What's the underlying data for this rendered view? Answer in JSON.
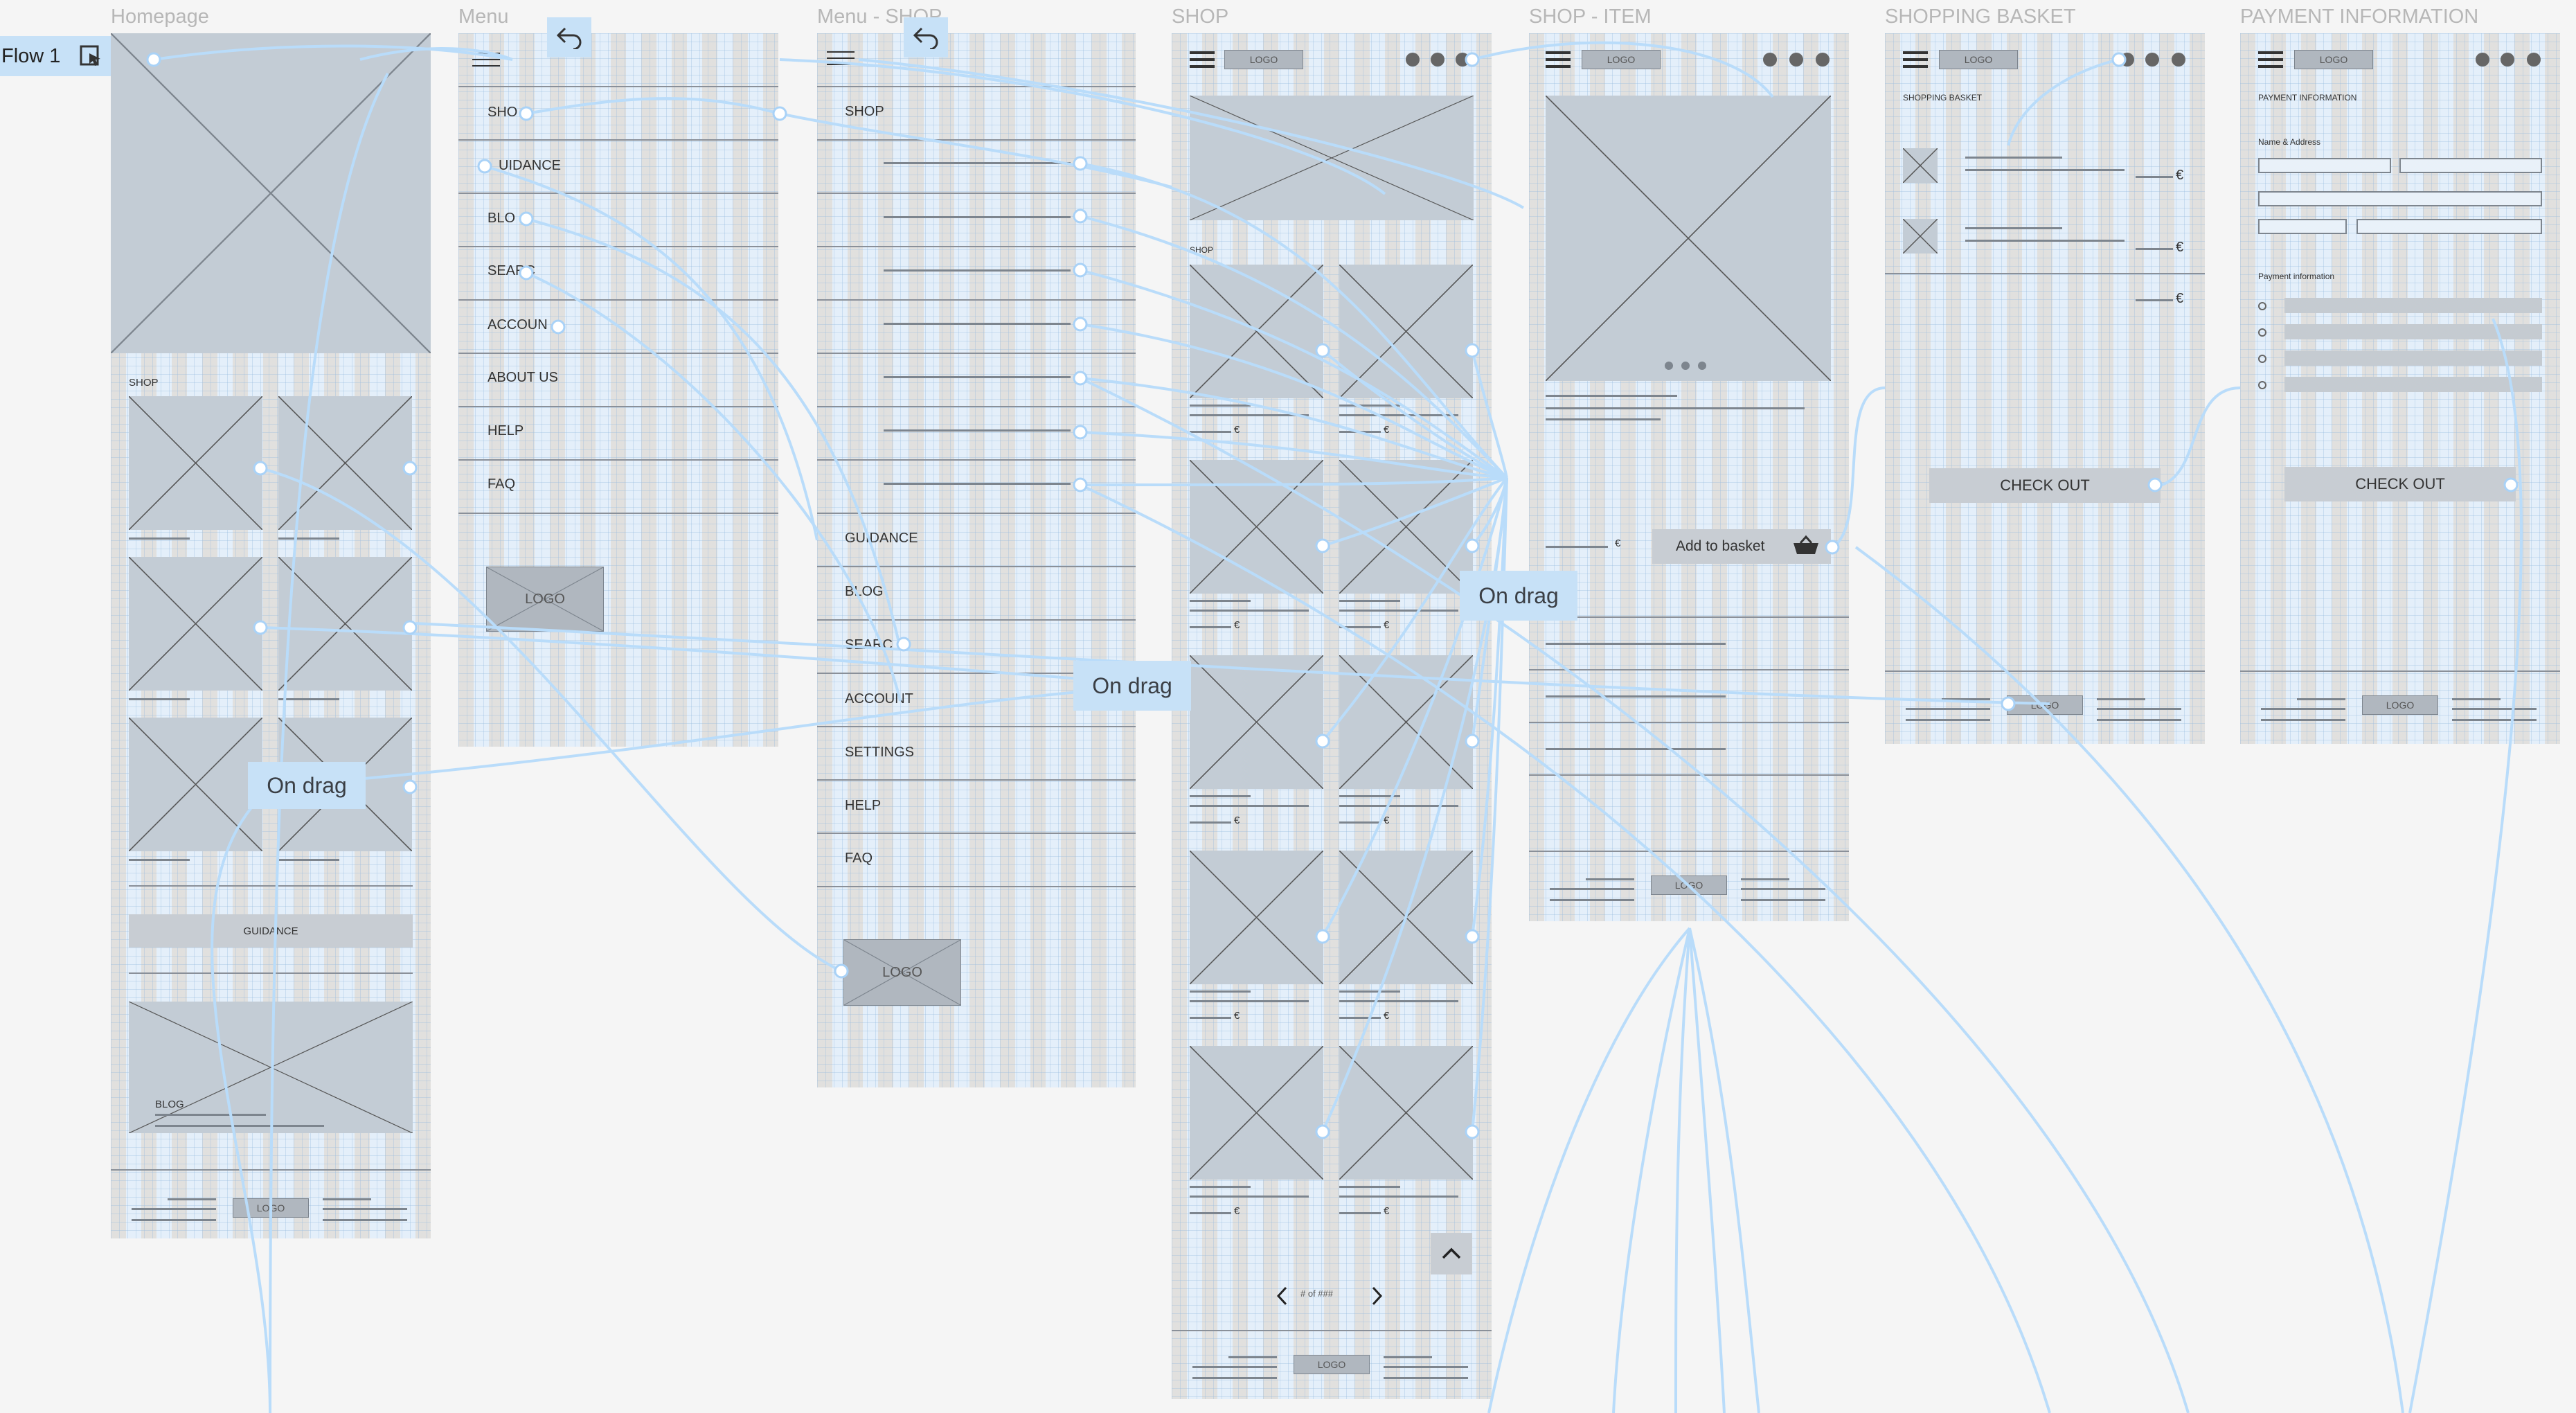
{
  "flow": {
    "label": "Flow 1"
  },
  "frames": {
    "homepage": {
      "title": "Homepage",
      "shop_label": "SHOP",
      "guidance_button": "GUIDANCE",
      "blog_label": "BLOG",
      "logo": "LOGO"
    },
    "menu": {
      "title": "Menu",
      "items": [
        "SHO",
        "UIDANCE",
        "BLO",
        "SEARC",
        "ACCOUN",
        "ABOUT US",
        "HELP",
        "FAQ"
      ],
      "logo": "LOGO"
    },
    "menu_shop": {
      "title": "Menu - SHOP",
      "shop": "SHOP",
      "items": [
        "GUIDANCE",
        "BLOG",
        "SEARC",
        "ACCOUNT",
        "SETTINGS",
        "HELP",
        "FAQ"
      ],
      "logo": "LOGO"
    },
    "shop": {
      "title": "SHOP",
      "shop_label": "SHOP",
      "price_symbol": "€",
      "pagination": "# of ###",
      "logo": "LOGO"
    },
    "shop_item": {
      "title": "SHOP - ITEM",
      "price_symbol": "€",
      "add_to_basket": "Add to basket",
      "logo": "LOGO"
    },
    "basket": {
      "title": "SHOPPING BASKET",
      "heading": "SHOPPING BASKET",
      "price_symbol": "€",
      "checkout": "CHECK OUT",
      "logo": "LOGO"
    },
    "payment": {
      "title": "PAYMENT INFORMATION",
      "heading": "PAYMENT INFORMATION",
      "name_address": "Name & Address",
      "payment_info": "Payment information",
      "checkout": "CHECK OUT",
      "logo": "LOGO"
    }
  },
  "interactions": {
    "on_drag_1": "On drag",
    "on_drag_2": "On drag",
    "on_drag_3": "On drag"
  },
  "colors": {
    "wire": "#b9dcfa",
    "frame_bg": "#e4effa",
    "tag_bg": "#c7e1f7",
    "canvas": "#f5f5f5"
  }
}
